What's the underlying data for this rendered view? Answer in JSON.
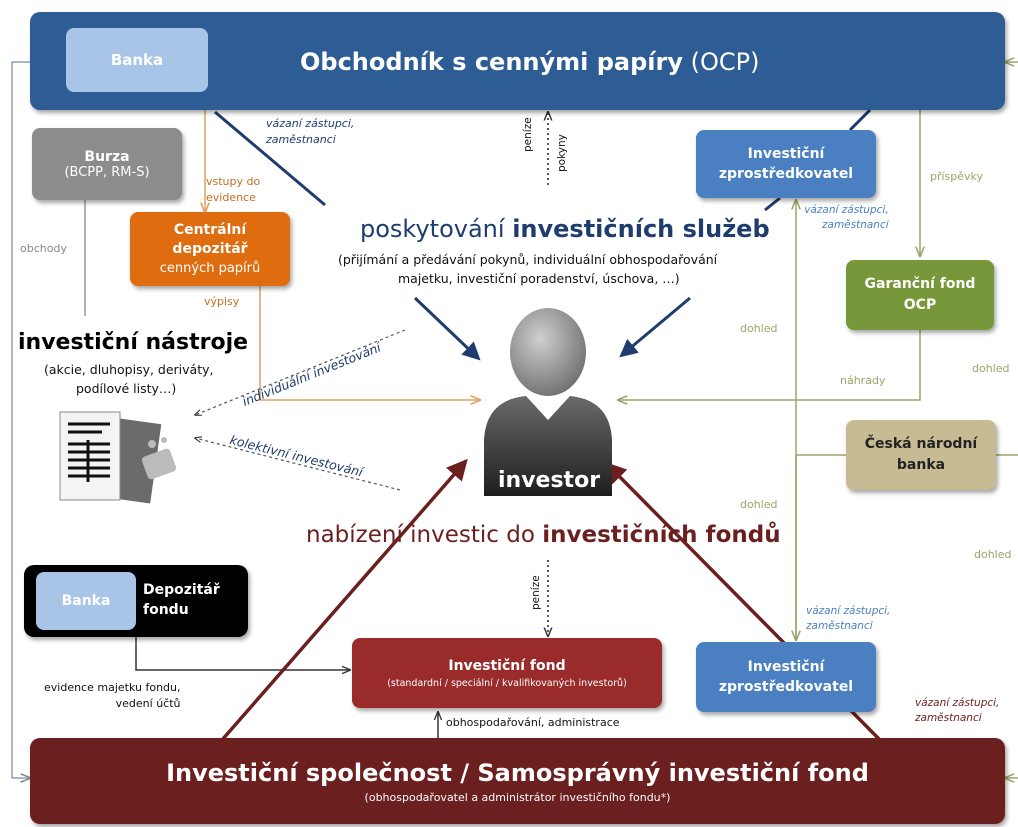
{
  "ocp": {
    "bank": "Banka",
    "title_main": "Obchodník  s cennými papíry",
    "title_abbr": "(OCP)"
  },
  "burza": {
    "name": "Burza",
    "sub": "(BCPP, RM-S)"
  },
  "depozitar_cp": {
    "line1": "Centrální",
    "line2": "depozitář",
    "line3": "cenných papírů"
  },
  "interm_top": {
    "line1": "Investiční",
    "line2": "zprostředkovatel"
  },
  "interm_bottom": {
    "line1": "Investiční",
    "line2": "zprostředkovatel"
  },
  "garancni": {
    "line1": "Garanční fond",
    "line2": "OCP"
  },
  "cnb": {
    "line1": "Česká národní",
    "line2": "banka"
  },
  "depozitar_fondu": {
    "bank": "Banka",
    "line1": "Depozitář",
    "line2": "fondu"
  },
  "inv_fond": {
    "title": "Investiční fond",
    "sub": "(standardní / speciální / kvalifikovaných investorů)"
  },
  "is": {
    "title": "Investiční společnost / Samosprávný investiční fond",
    "sub": "(obhospodařovatel  a administrátor investičního fondu*)"
  },
  "services": {
    "prefix": "poskytování ",
    "bold": "investičních služeb",
    "sub1": "(přijímání a předávání pokynů, individuální obhospodařování",
    "sub2": "majetku, investiční poradenství, úschova, …)"
  },
  "nastroje": {
    "title": "investiční nástroje",
    "sub1": "(akcie, dluhopisy, deriváty,",
    "sub2": "podílové listy…)"
  },
  "investor": {
    "label": "investor"
  },
  "nabizeni": {
    "prefix": "nabízení investic do ",
    "bold": "investičních fondů"
  },
  "labels": {
    "vazani_top": "vázaní zástupci,",
    "zamestnanci_top": "zaměstnanci",
    "vstupy1": "vstupy do",
    "vstupy2": "evidence",
    "obchody": "obchody",
    "vypisy": "výpisy",
    "penize_top": "peníze",
    "pokyny": "pokyny",
    "prispevky": "příspěvky",
    "vazani_mid": "vázaní zástupci,",
    "zamestnanci_mid": "zaměstnanci",
    "dohled1": "dohled",
    "nahrady": "náhrady",
    "dohled_right": "dohled",
    "individualni": "individuální investování",
    "kolektivni": "kolektivní investování",
    "dohled2": "dohled",
    "dohled_right2": "dohled",
    "penize_bottom": "peníze",
    "vazani_low": "vázaní zástupci,",
    "zamestnanci_low": "zaměstnanci",
    "vazani_right": "vázaní zástupci,",
    "zamestnanci_right": "zaměstnanci",
    "evidence1": "evidence majetku fondu,",
    "evidence2": "vedení účtů",
    "obhospodarovani": "obhospodařování, administrace"
  },
  "colors": {
    "ocp_blue": "#2e5c95",
    "interm_blue": "#4a7fc1",
    "bank_light": "#a8c4e6",
    "burza_grey": "#8c8c8c",
    "cdcp_orange": "#e06c10",
    "garancni_green": "#78963a",
    "cnb_tan": "#c7bb93",
    "fond_red": "#9a2b2b",
    "is_maroon": "#6b1f1f",
    "black": "#000000",
    "arrow_navy": "#1f3c6e",
    "arrow_maroon": "#6b1f1f",
    "olive": "#9aa56a",
    "orange_line": "#e0a060"
  }
}
